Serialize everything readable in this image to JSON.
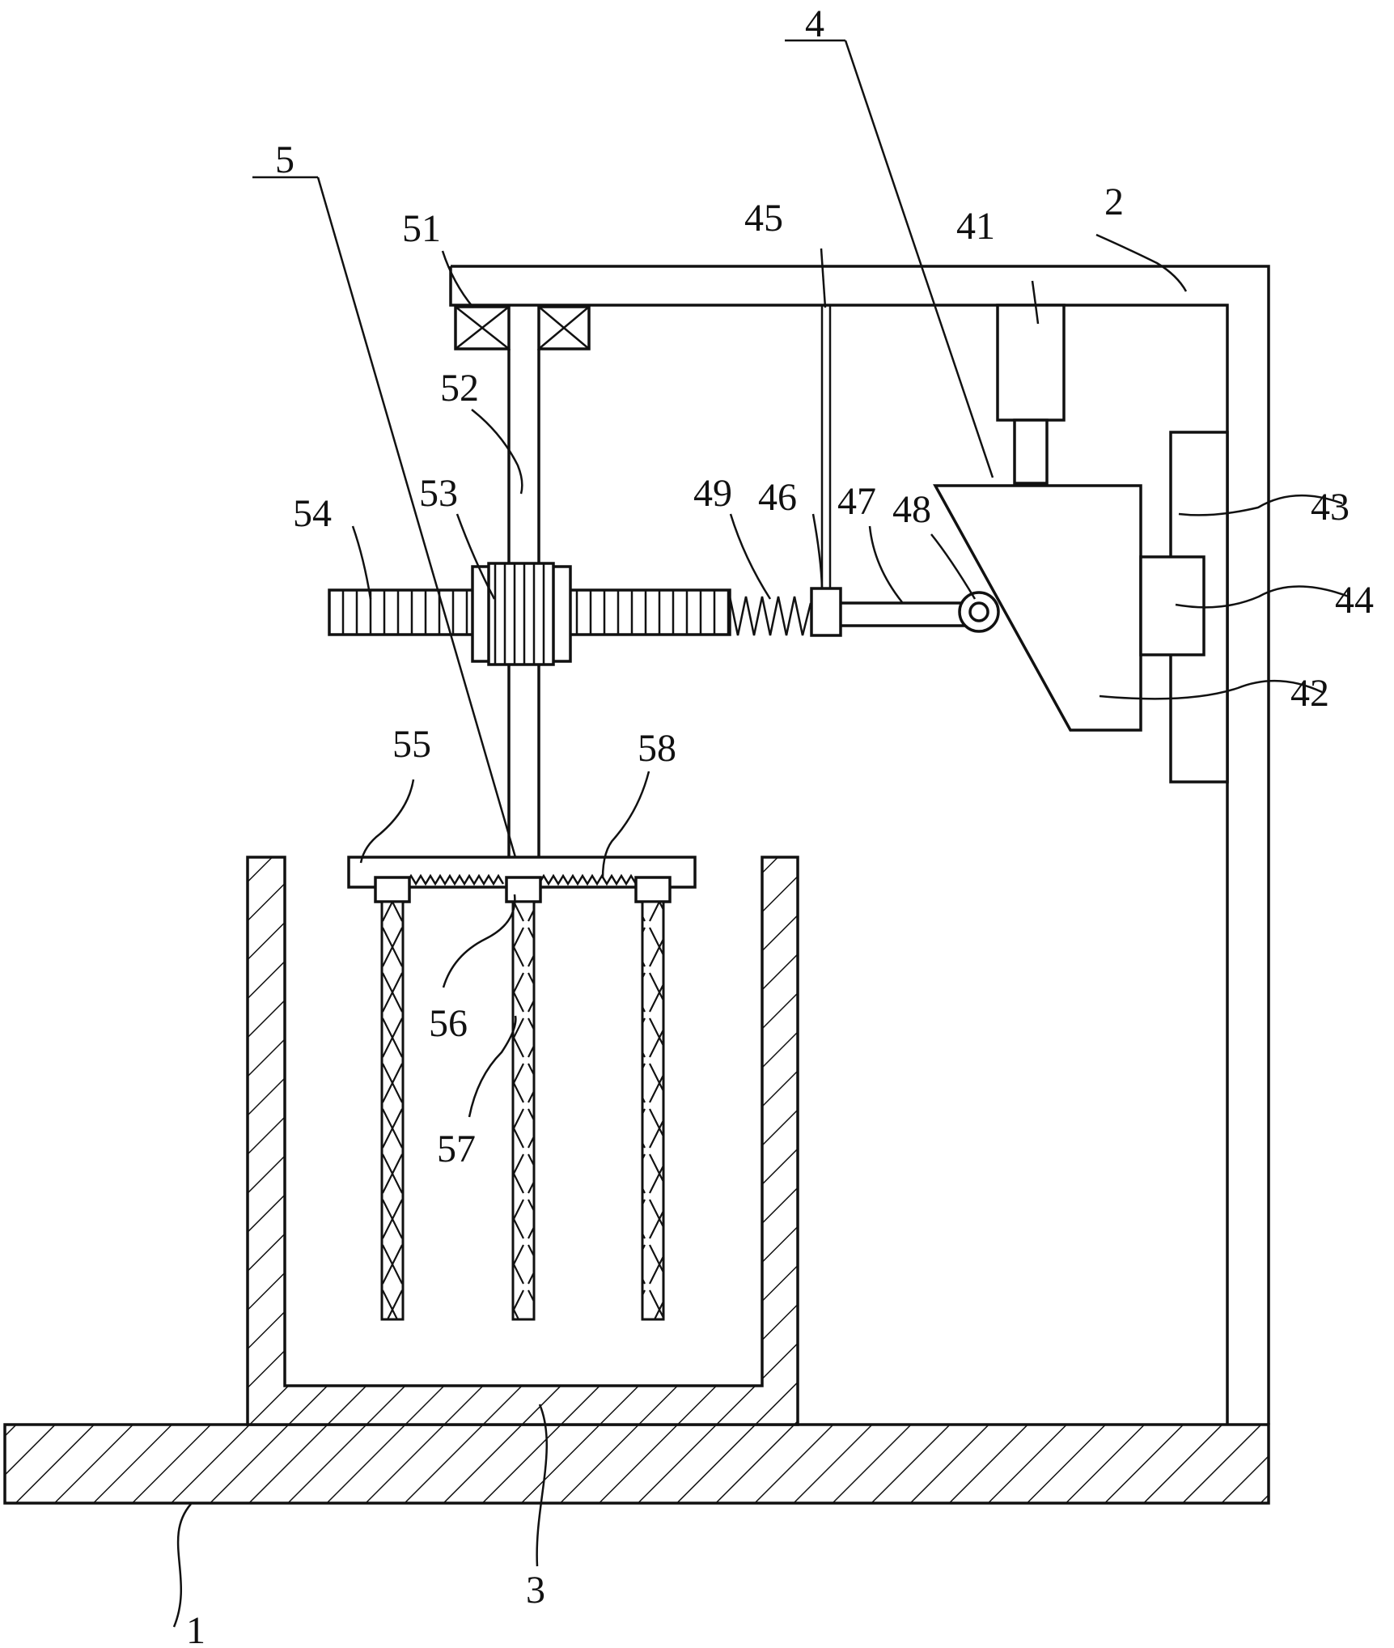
{
  "labels": {
    "l1": "1",
    "l2": "2",
    "l3": "3",
    "l4": "4",
    "l5": "5",
    "l41": "41",
    "l42": "42",
    "l43": "43",
    "l44": "44",
    "l45": "45",
    "l46": "46",
    "l47": "47",
    "l48": "48",
    "l49": "49",
    "l51": "51",
    "l52": "52",
    "l53": "53",
    "l54": "54",
    "l55": "55",
    "l56": "56",
    "l57": "57",
    "l58": "58"
  }
}
